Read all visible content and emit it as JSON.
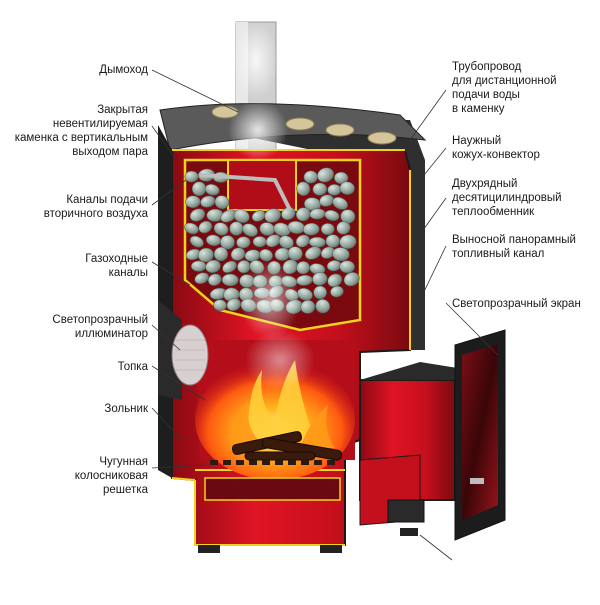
{
  "labels_left": [
    {
      "id": "chimney",
      "text": "Дымоход"
    },
    {
      "id": "closed-heater",
      "text": "Закрытая\nневентилируемая\nкаменка с вертикальным\nвыходом пара"
    },
    {
      "id": "secondary-air",
      "text": "Каналы подачи\nвторичного воздуха"
    },
    {
      "id": "gas-channels",
      "text": "Газоходные\nканалы"
    },
    {
      "id": "illuminator",
      "text": "Светопрозрачный\nиллюминатор"
    },
    {
      "id": "firebox",
      "text": "Топка"
    },
    {
      "id": "ash-pan",
      "text": "Зольник"
    },
    {
      "id": "grate",
      "text": "Чугунная\nколосниковая\nрешетка"
    }
  ],
  "labels_right": [
    {
      "id": "water-pipe",
      "text": "Трубопровод\nдля дистанционной\nподачи воды\nв каменку"
    },
    {
      "id": "convector",
      "text": "Наужный\nкожух-конвектор"
    },
    {
      "id": "heat-exchanger",
      "text": "Двухрядный\nдесятицилиндровый\nтеплообменник"
    },
    {
      "id": "fuel-channel",
      "text": "Выносной панорамный\nтопливный канал"
    },
    {
      "id": "glass-screen",
      "text": "Светопрозрачный экран"
    }
  ],
  "colors": {
    "furnace_red": "#c8101c",
    "furnace_dark": "#7a0a10",
    "yellow_edge": "#f2d21a",
    "steel": "#3a3a3a",
    "stone": "#9fb0a8",
    "fire": "#ff8a1a"
  }
}
